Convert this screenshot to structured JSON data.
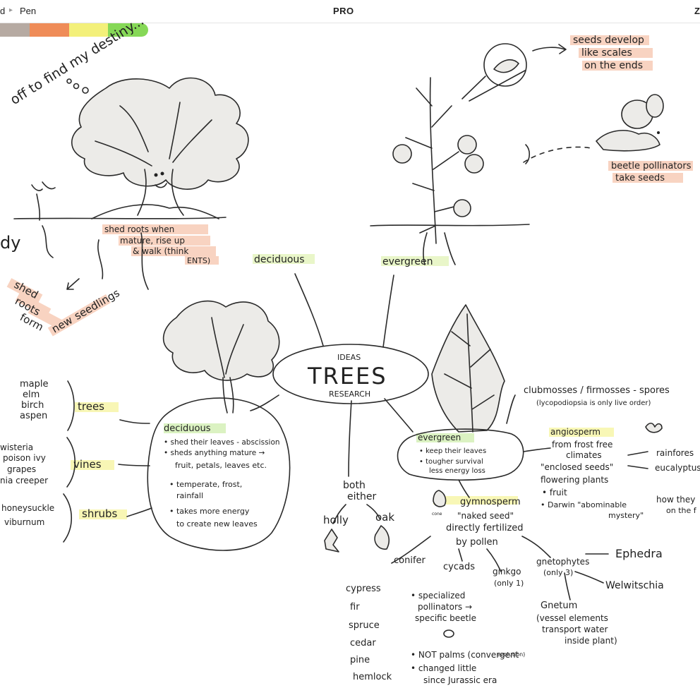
{
  "toolbar": {
    "crumb_left": "d",
    "crumb_tool": "Pen",
    "title": "PRO",
    "right_clip": "Z"
  },
  "palette": [
    {
      "name": "gray",
      "color": "#b6aaa2"
    },
    {
      "name": "salmon",
      "color": "#ef8c58"
    },
    {
      "name": "yellow",
      "color": "#f3f07a"
    },
    {
      "name": "green",
      "color": "#86d857"
    }
  ],
  "notes": {
    "destiny": "off to find my destiny...",
    "shed_roots": "shed roots when",
    "mature": "mature, rise up",
    "walk": "& walk (think",
    "ents": "ENTS)",
    "shed": "shed",
    "roots": "roots",
    "form": "form",
    "new": "new",
    "seedlings": "seedlings",
    "dy": "dy",
    "seeds_develop": "seeds develop",
    "like_scales": "like scales",
    "on_the_ends": "on the ends",
    "beetle": "beetle pollinators",
    "take_seeds": "take seeds",
    "deciduous_top": "deciduous",
    "evergreen_top": "evergreen"
  },
  "center": {
    "ideas": "IDEAS",
    "trees": "TREES",
    "research": "RESEARCH"
  },
  "left_lists": {
    "trees_items": [
      "maple",
      "elm",
      "birch",
      "aspen"
    ],
    "trees_label": "trees",
    "vines_items": [
      "wisteria",
      "poison ivy",
      "grapes",
      "nia creeper"
    ],
    "vines_label": "vines",
    "shrubs_items": [
      "honeysuckle",
      "viburnum"
    ],
    "shrubs_label": "shrubs"
  },
  "deciduous_box": {
    "title": "deciduous",
    "lines": [
      "• shed their leaves - abscission",
      "• sheds anything mature →",
      "fruit, petals, leaves etc.",
      "• temperate, frost,",
      "rainfall",
      "• takes more energy",
      "to create new leaves"
    ]
  },
  "evergreen_box": {
    "title": "evergreen",
    "lines": [
      "• keep their leaves",
      "• tougher survival",
      "less energy loss"
    ]
  },
  "club": {
    "line1": "clubmosses / firmosses - spores",
    "line2": "(lycopodiopsia is only live order)"
  },
  "angio": {
    "title": "angiosperm",
    "lines": [
      "from frost free",
      "climates",
      "\"enclosed seeds\"",
      "flowering plants",
      "• fruit",
      "• Darwin \"abominable",
      "mystery\""
    ],
    "rainforest": "rainfores",
    "eucalyptus": "eucalyptus",
    "how_they": "how they",
    "on_the": "on the f"
  },
  "both": {
    "label1": "both",
    "label2": "either",
    "holly": "holly",
    "oak": "oak"
  },
  "gymno": {
    "title": "gymnosperm",
    "cone": "cone",
    "lines": [
      "\"naked seed\"",
      "directly fertilized",
      "by pollen"
    ]
  },
  "groups": {
    "conifer": "conifer",
    "conifer_items": [
      "cypress",
      "fir",
      "spruce",
      "cedar",
      "pine",
      "hemlock"
    ],
    "cycads": "cycads",
    "cycads_lines": [
      "• specialized",
      "pollinators →",
      "specific beetle"
    ],
    "cycads_extra": [
      "• NOT palms (convergent",
      "evolution)",
      "• changed little",
      "since Jurassic era"
    ],
    "ginkgo": "ginkgo",
    "ginkgo_note": "(only 1)",
    "gneto": "gnetophytes",
    "gneto_note": "(only 3)",
    "ephedra": "Ephedra",
    "welwitschia": "Welwitschia",
    "gnetum": "Gnetum",
    "gnetum_lines": [
      "(vessel elements",
      "transport water",
      "inside plant)"
    ]
  }
}
